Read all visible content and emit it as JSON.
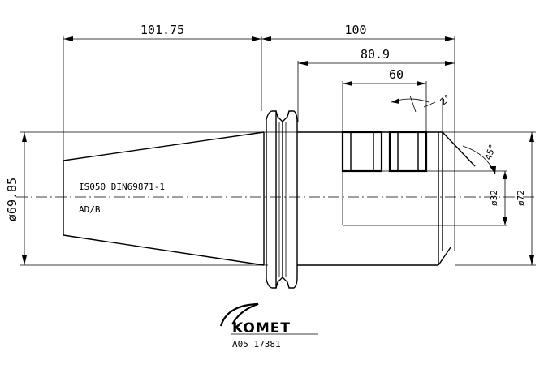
{
  "dimensions": {
    "taper_length": "101.75",
    "overall_length": "100",
    "bore_depth_1": "80.9",
    "bore_depth_2": "60",
    "angle_small": "2°",
    "chamfer_angle": "45°",
    "flange_diameter": "ø69.85",
    "bore_diameter": "ø32",
    "outer_diameter": "ø72"
  },
  "annotations": {
    "standard": "IS050 DIN69871-1",
    "variant": "AD/B"
  },
  "logo": {
    "brand": "KOMET",
    "part_number": "A05 17381"
  }
}
